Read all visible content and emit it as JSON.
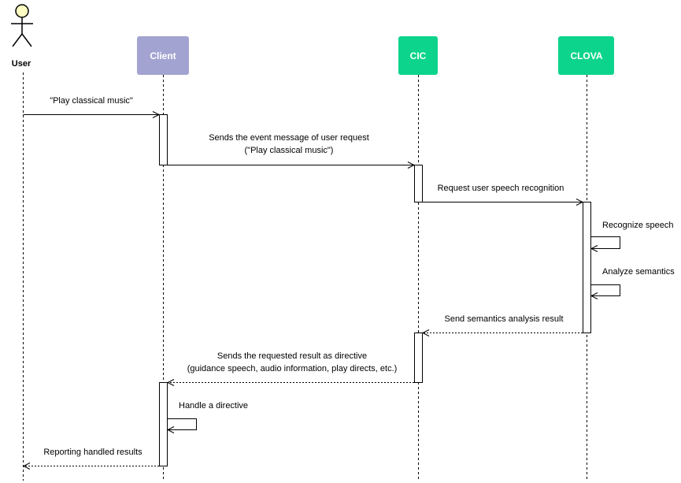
{
  "actor": {
    "label": "User"
  },
  "participants": {
    "client": {
      "label": "Client",
      "color": "#a3a3d1"
    },
    "cic": {
      "label": "CIC",
      "color": "#0dd48c"
    },
    "clova": {
      "label": "CLOVA",
      "color": "#0dd48c"
    }
  },
  "colors": {
    "actor_head": "#ffffc4"
  },
  "messages": [
    {
      "label": "\"Play classical music\""
    },
    {
      "line1": "Sends the event message of user request",
      "line2": "(\"Play classical music\")"
    },
    {
      "label": "Request user speech recognition"
    },
    {
      "label": "Recognize speech"
    },
    {
      "label": "Analyze semantics"
    },
    {
      "label": "Send semantics analysis result"
    },
    {
      "line1": "Sends the requested result as directive",
      "line2": "(guidance speech, audio information, play directs, etc.)"
    },
    {
      "label": "Handle a directive"
    },
    {
      "label": "Reporting handled results"
    }
  ]
}
